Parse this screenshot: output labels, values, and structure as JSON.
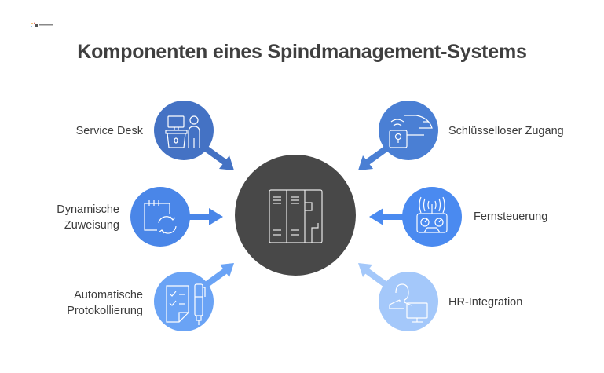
{
  "title": "Komponenten eines Spindmanagement-Systems",
  "logo": {
    "icon": "brand-logo-icon"
  },
  "center": {
    "icon": "locker-icon",
    "color": "#484848"
  },
  "components": [
    {
      "label": "Service Desk",
      "side": "left",
      "icon": "service-desk-icon",
      "color": "#4472C4"
    },
    {
      "label": "Dynamische Zuweisung",
      "line1": "Dynamische",
      "line2": "Zuweisung",
      "side": "left",
      "icon": "calendar-sync-icon",
      "color": "#4A86E8"
    },
    {
      "label": "Automatische Protokollierung",
      "line1": "Automatische",
      "line2": "Protokollierung",
      "side": "left",
      "icon": "checklist-pen-icon",
      "color": "#6AA3F5"
    },
    {
      "label": "Schlüsselloser Zugang",
      "side": "right",
      "icon": "keyless-access-icon",
      "color": "#4A7FD4"
    },
    {
      "label": "Fernsteuerung",
      "side": "right",
      "icon": "remote-control-icon",
      "color": "#4A8AF0"
    },
    {
      "label": "HR-Integration",
      "side": "right",
      "icon": "hr-user-monitor-icon",
      "color": "#A4C8FA"
    }
  ]
}
